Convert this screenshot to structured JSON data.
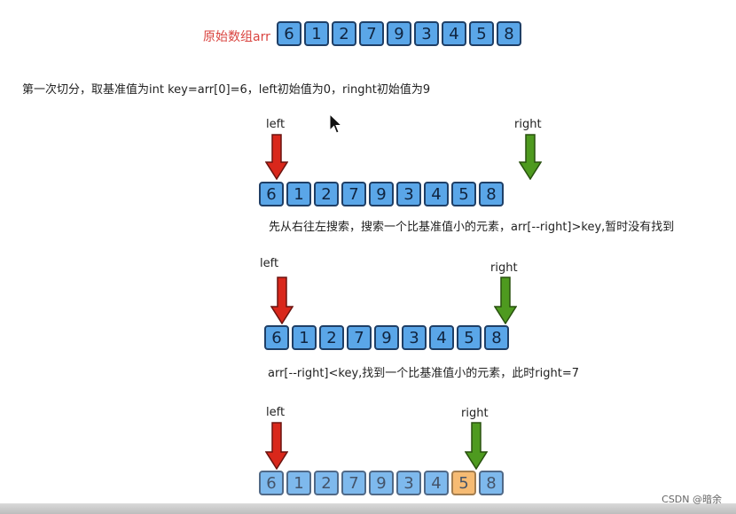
{
  "title_label": "原始数组arr",
  "original_array": [
    "6",
    "1",
    "2",
    "7",
    "9",
    "3",
    "4",
    "5",
    "8"
  ],
  "description": "第一次切分，取基准值为int key=arr[0]=6，left初始值为0，ringht初始值为9",
  "step1": {
    "left_label": "left",
    "right_label": "right",
    "array": [
      "6",
      "1",
      "2",
      "7",
      "9",
      "3",
      "4",
      "5",
      "8"
    ],
    "caption": "先从右往左搜索，搜索一个比基准值小的元素，arr[--right]>key,暂时没有找到"
  },
  "step2": {
    "left_label": "left",
    "right_label": "right",
    "array": [
      "6",
      "1",
      "2",
      "7",
      "9",
      "3",
      "4",
      "5",
      "8"
    ],
    "caption": "arr[--right]<key,找到一个比基准值小的元素，此时right=7"
  },
  "step3": {
    "left_label": "left",
    "right_label": "right",
    "array": [
      "6",
      "1",
      "2",
      "7",
      "9",
      "3",
      "4",
      "5",
      "8"
    ],
    "highlight_index": 7
  },
  "watermark": "CSDN @暗余",
  "colors": {
    "cell_fill": "#5aa6e8",
    "cell_border": "#1f3f66",
    "highlight_fill": "#f4a94c",
    "left_arrow": "#d9271b",
    "right_arrow": "#4e9a1f",
    "label_red": "#d9433f"
  }
}
